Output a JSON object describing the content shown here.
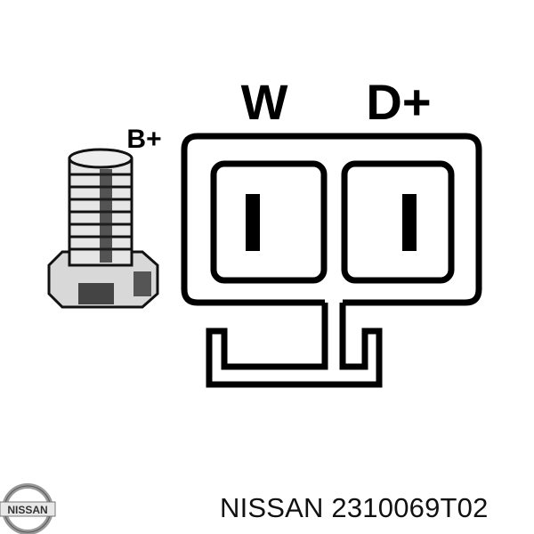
{
  "diagram": {
    "labels": {
      "b_plus": "B+",
      "w": "W",
      "d_plus": "D+"
    },
    "components": [
      "b-plus-bolt-terminal",
      "connector-housing",
      "w-terminal-pin",
      "d-plus-terminal-pin"
    ]
  },
  "brand": {
    "logo_text": "NISSAN",
    "accent": "#8a8a8a"
  },
  "caption": {
    "text": "NISSAN 2310069T02"
  }
}
